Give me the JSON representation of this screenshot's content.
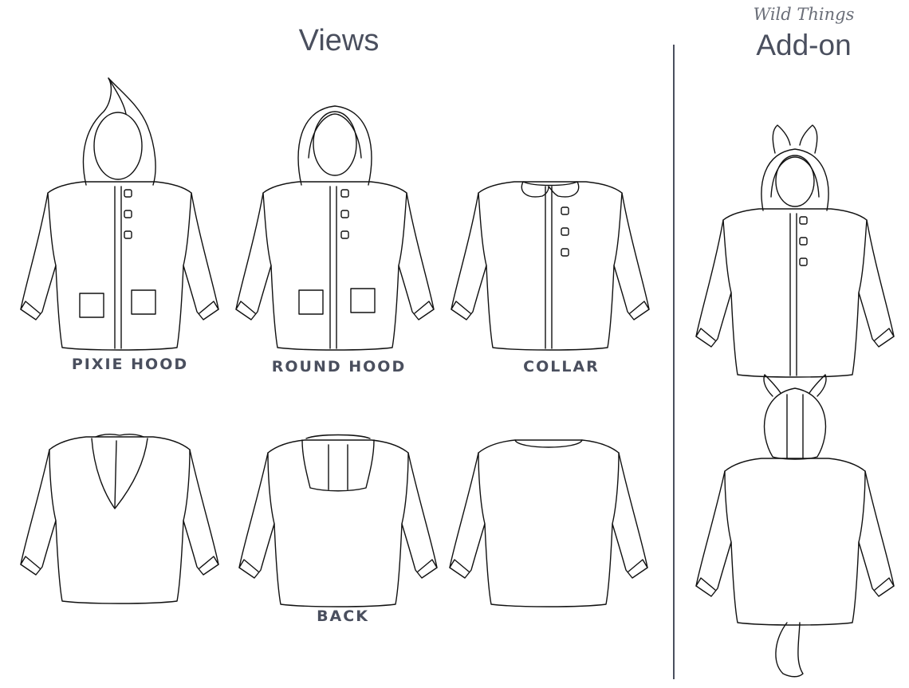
{
  "header": {
    "views_title": "Views",
    "addon_subtitle": "Wild Things",
    "addon_title": "Add-on"
  },
  "labels": {
    "pixie_hood": "PIXIE HOOD",
    "round_hood": "ROUND HOOD",
    "collar": "COLLAR",
    "back": "BACK"
  }
}
